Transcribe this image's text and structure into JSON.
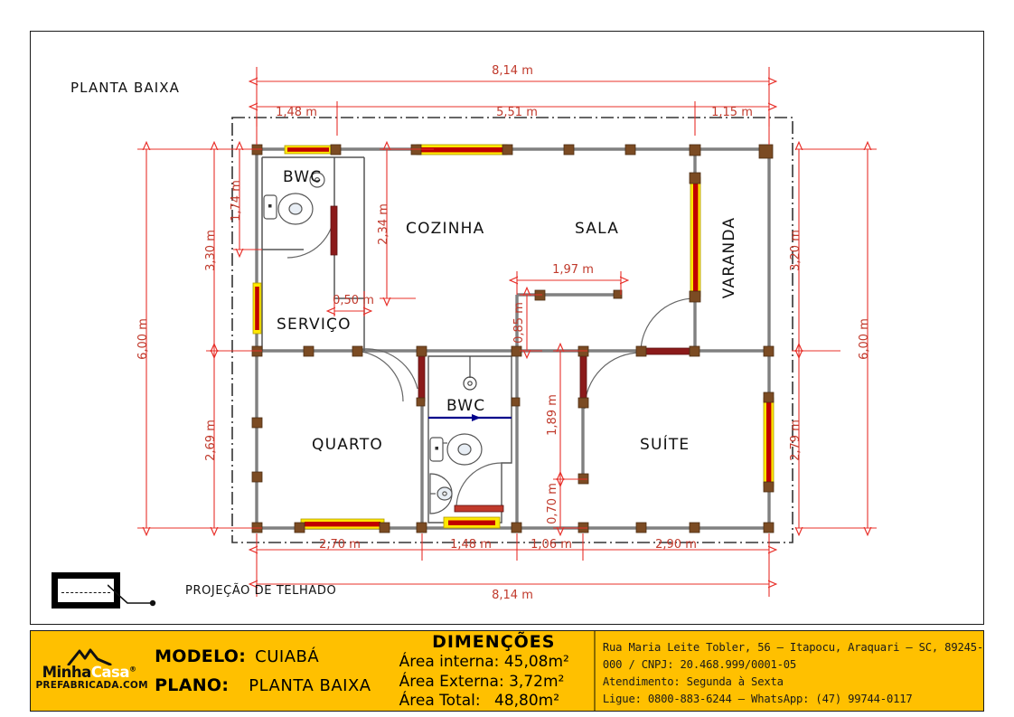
{
  "sheet": {
    "drawing_label": "PLANTA BAIXA",
    "legend": {
      "text": "PROJEÇÃO DE TELHADO",
      "symbol": "roof-projection-dashdot"
    }
  },
  "colors": {
    "dimension_red": "#E8302A",
    "wall_gray": "#808080",
    "post_brown": "#7B4B23",
    "window_yellow": "#FFE800",
    "window_red": "#C00000",
    "door_red": "#8B1A1A",
    "title_yellow": "#FFC000",
    "fixture_blue": "#00008B",
    "frame_black": "#1A1A1A"
  },
  "rooms": [
    {
      "name": "BWC",
      "id": "bwc-servico"
    },
    {
      "name": "COZINHA",
      "id": "cozinha"
    },
    {
      "name": "SALA",
      "id": "sala"
    },
    {
      "name": "VARANDA",
      "id": "varanda",
      "orientation": "vertical"
    },
    {
      "name": "SERVIÇO",
      "id": "servico"
    },
    {
      "name": "QUARTO",
      "id": "quarto"
    },
    {
      "name": "BWC",
      "id": "bwc-social"
    },
    {
      "name": "SUÍTE",
      "id": "suite"
    }
  ],
  "dimensions": {
    "top_overall": "8,14 m",
    "top_segments": [
      "1,48 m",
      "5,51 m",
      "1,15 m"
    ],
    "bottom_overall": "8,14 m",
    "bottom_segments": [
      "2,70 m",
      "1,48 m",
      "1,06 m",
      "2,90 m"
    ],
    "left_overall": "6,00 m",
    "left_segments": [
      "3,30 m",
      "2,69 m"
    ],
    "left_inner": "1,74 m",
    "right_overall": "6,00 m",
    "right_segments": [
      "3,20 m",
      "2,79 m"
    ],
    "interior": [
      {
        "label": "2,34 m",
        "id": "cozinha-depth"
      },
      {
        "label": "0,50 m",
        "id": "servico-offset"
      },
      {
        "label": "1,97 m",
        "id": "sala-partition-width"
      },
      {
        "label": "0,85 m",
        "id": "sala-partition-depth"
      },
      {
        "label": "1,89 m",
        "id": "suite-wall-upper"
      },
      {
        "label": "0,70 m",
        "id": "suite-wall-lower"
      }
    ]
  },
  "titleblock": {
    "logo": {
      "name_part1": "Minha",
      "name_part2": "Casa",
      "registered": "®",
      "subtitle": "PREFABRICADA.COM"
    },
    "model_key": "MODELO:",
    "model_value": "CUIABÁ",
    "plan_key": "PLANO:",
    "plan_value": "PLANTA BAIXA",
    "dim_title": "DIMENÇÕES",
    "dim_rows": [
      {
        "label": "Área interna:",
        "value": "45,08m²"
      },
      {
        "label": "Área Externa:",
        "value": "3,72m²"
      },
      {
        "label": "Área Total:",
        "value": "48,80m²"
      }
    ],
    "contact": [
      "Rua Maria Leite Tobler, 56 – Itapocu, Araquari – SC, 89245-",
      "000 / CNPJ: 20.468.999/0001-05",
      "Atendimento: Segunda à Sexta",
      "Ligue: 0800-883-6244 – WhatsApp: (47) 99744-0117"
    ]
  }
}
